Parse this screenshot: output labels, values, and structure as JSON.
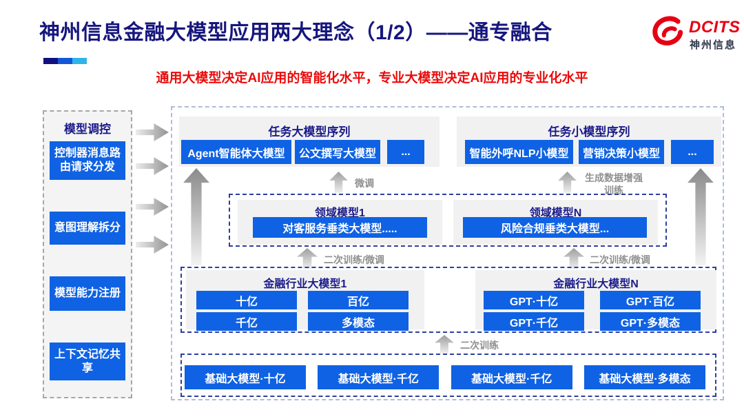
{
  "header": {
    "title": "神州信息金融大模型应用两大理念（1/2）——通专融合",
    "subtitle": "通用大模型决定AI应用的智能化水平，专业大模型决定AI应用的专业化水平",
    "logo": {
      "brand": "DCITS",
      "brand_cn": "神州信息"
    }
  },
  "sidebar": {
    "title": "模型调控",
    "items": [
      "控制器消息路由请求分发",
      "意图理解拆分",
      "模型能力注册",
      "上下文记忆共享"
    ]
  },
  "labels": {
    "finetune": "微调",
    "augmented_training": "生成数据增强训练",
    "retrain_finetune": "二次训练/微调",
    "retrain": "二次训练"
  },
  "task_large": {
    "title": "任务大模型序列",
    "items": [
      "Agent智能体大模型",
      "公文撰写大模型",
      "..."
    ]
  },
  "task_small": {
    "title": "任务小模型序列",
    "items": [
      "智能外呼NLP小模型",
      "营销决策小模型",
      "..."
    ]
  },
  "domain_models": [
    {
      "title": "领域模型1",
      "item": "对客服务垂类大模型....."
    },
    {
      "title": "领域模型N",
      "item": "风险合规垂类大模型..."
    }
  ],
  "industry_models": [
    {
      "title": "金融行业大模型1",
      "items": [
        "十亿",
        "百亿",
        "千亿",
        "多模态"
      ]
    },
    {
      "title": "金融行业大模型N",
      "items": [
        "GPT·十亿",
        "GPT·百亿",
        "GPT·千亿",
        "GPT·多模态"
      ]
    }
  ],
  "base_models": {
    "items": [
      "基础大模型·十亿",
      "基础大模型·千亿",
      "基础大模型·千亿",
      "基础大模型·多模态"
    ]
  },
  "colors": {
    "accent_bar": [
      "#10107e",
      "#1257d8",
      "#30b4e8"
    ],
    "box_blue": "#0f62e3",
    "title_navy": "#16167e",
    "brand_red": "#e60014",
    "subtitle_red": "#ea0b0b",
    "label_gray": "#8f8f8f"
  }
}
